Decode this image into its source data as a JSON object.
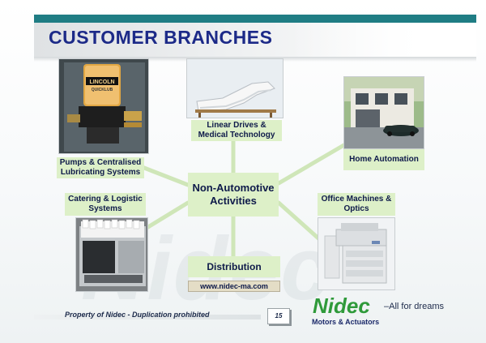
{
  "slide": {
    "title": "CUSTOMER BRANCHES",
    "center_label": "Non-Automotive Activities",
    "branches": {
      "linear_drives": "Linear Drives & Medical Technology",
      "pumps": "Pumps & Centralised Lubricating Systems",
      "home_automation": "Home Automation",
      "catering": "Catering & Logistic Systems",
      "office": "Office Machines & Optics"
    },
    "distribution_label": "Distribution",
    "website": "www.nidec-ma.com",
    "photo_text": {
      "pump_brand": "LINCOLN",
      "pump_model": "QUICKLUB"
    }
  },
  "footer": {
    "notice": "Property of Nidec - Duplication prohibited",
    "page_number": "15",
    "logo_text": "Nidec",
    "logo_subtitle": "Motors & Actuators",
    "tagline": "All for dreams"
  },
  "colors": {
    "title": "#1c2a88",
    "header_bar": "#1f7d84",
    "label_bg": "#ddf0c8",
    "connector": "#cfe6b8",
    "logo_green": "#2f9a3a"
  }
}
